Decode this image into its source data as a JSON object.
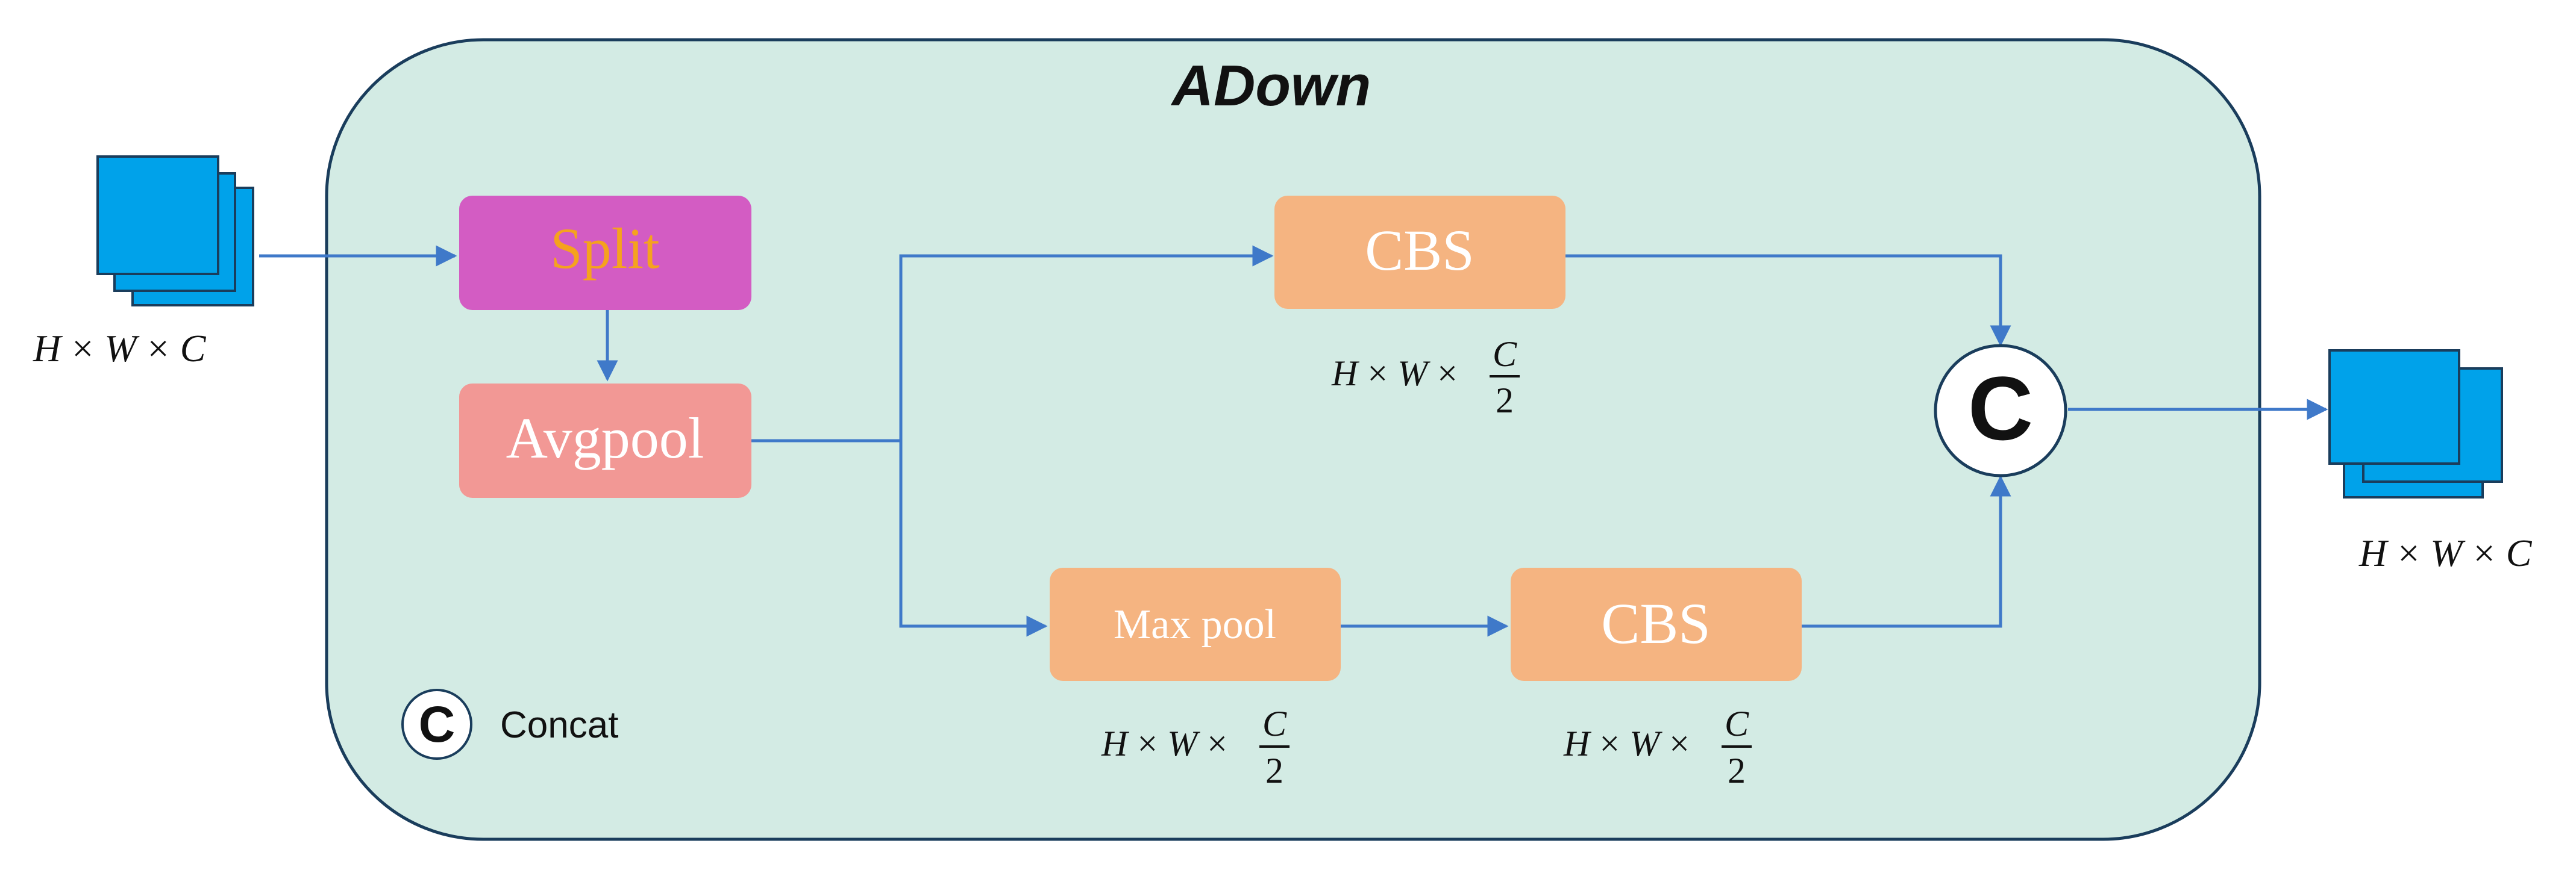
{
  "title": "ADown",
  "colors": {
    "container_fill": "#d3ebe4",
    "container_stroke": "#1a3d5c",
    "arrow": "#3f79c9",
    "split_fill": "#d35cc3",
    "split_text": "#f5a21e",
    "avgpool_fill": "#f29895",
    "orange_fill": "#f5b481",
    "cube_fill": "#00a2ea",
    "cube_stroke": "#1a3d5c",
    "white_text": "#ffffff"
  },
  "blocks": {
    "split": "Split",
    "avgpool": "Avgpool",
    "cbs_top": "CBS",
    "maxpool": "Max pool",
    "cbs_bottom": "CBS"
  },
  "concat": {
    "symbol": "C",
    "legend_symbol": "C",
    "legend_label": "Concat"
  },
  "dims": {
    "input": {
      "h": "H",
      "w": "W",
      "c": "C",
      "op": "×"
    },
    "output": {
      "h": "H",
      "w": "W",
      "c": "C",
      "op": "×"
    },
    "cbs_top": {
      "h": "H",
      "w": "W",
      "num": "C",
      "den": "2",
      "op": "×"
    },
    "maxpool": {
      "h": "H",
      "w": "W",
      "num": "C",
      "den": "2",
      "op": "×"
    },
    "cbs_bottom": {
      "h": "H",
      "w": "W",
      "num": "C",
      "den": "2",
      "op": "×"
    }
  }
}
